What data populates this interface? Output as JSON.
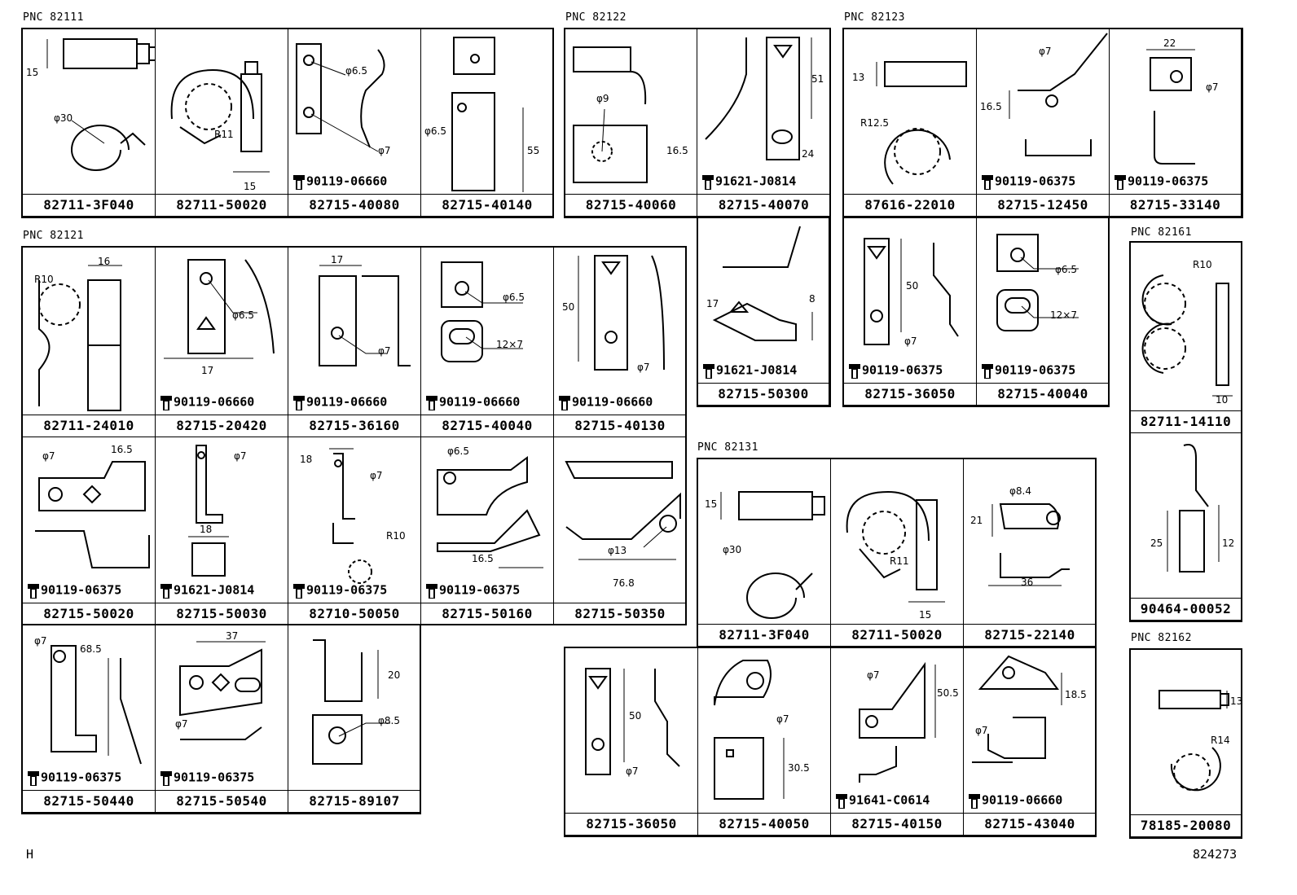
{
  "groups": [
    {
      "pnc": "PNC 82111",
      "cells": [
        {
          "pn": "82711-3F040",
          "dims": [
            "15",
            "φ30"
          ]
        },
        {
          "pn": "82711-50020",
          "dims": [
            "R11",
            "15"
          ]
        },
        {
          "pn": "82715-40080",
          "bolt": "90119-06660",
          "dims": [
            "φ6.5",
            "φ7"
          ]
        },
        {
          "pn": "82715-40140",
          "dims": [
            "φ6.5",
            "55"
          ]
        }
      ]
    },
    {
      "pnc": "PNC 82122",
      "cells": [
        {
          "pn": "82715-40060",
          "dims": [
            "φ9",
            "16.5"
          ]
        },
        {
          "pn": "82715-40070",
          "bolt": "91621-J0814",
          "dims": [
            "51",
            "24"
          ]
        }
      ]
    },
    {
      "pnc": "PNC 82123",
      "cells": [
        {
          "pn": "87616-22010",
          "dims": [
            "13",
            "R12.5"
          ]
        },
        {
          "pn": "82715-12450",
          "bolt": "90119-06375",
          "dims": [
            "φ7",
            "16.5"
          ]
        },
        {
          "pn": "82715-33140",
          "bolt": "90119-06375",
          "dims": [
            "22",
            "φ7"
          ]
        },
        {
          "pn": "82715-36050",
          "bolt": "90119-06375",
          "dims": [
            "50",
            "φ7"
          ]
        },
        {
          "pn": "82715-40040",
          "bolt": "90119-06375",
          "dims": [
            "φ6.5",
            "12×7"
          ]
        }
      ]
    },
    {
      "pnc": "PNC 82121",
      "cells": [
        {
          "pn": "82711-24010",
          "dims": [
            "R10",
            "16"
          ]
        },
        {
          "pn": "82715-20420",
          "bolt": "90119-06660",
          "dims": [
            "φ6.5",
            "17"
          ]
        },
        {
          "pn": "82715-36160",
          "bolt": "90119-06660",
          "dims": [
            "17",
            "φ7"
          ]
        },
        {
          "pn": "82715-40040",
          "bolt": "90119-06660",
          "dims": [
            "φ6.5",
            "12×7"
          ]
        },
        {
          "pn": "82715-40130",
          "bolt": "90119-06660",
          "dims": [
            "50",
            "φ7"
          ]
        },
        {
          "pn": "82715-50020",
          "bolt": "90119-06375",
          "dims": [
            "φ7",
            "16.5"
          ]
        },
        {
          "pn": "82715-50030",
          "bolt": "91621-J0814",
          "dims": [
            "φ7",
            "18"
          ]
        },
        {
          "pn": "82710-50050",
          "bolt": "90119-06375",
          "dims": [
            "18",
            "φ7",
            "R10"
          ]
        },
        {
          "pn": "82715-50160",
          "bolt": "90119-06375",
          "dims": [
            "φ6.5",
            "16.5"
          ]
        },
        {
          "pn": "82715-50350",
          "dims": [
            "φ13",
            "76.8"
          ]
        },
        {
          "pn": "82715-50440",
          "bolt": "90119-06375",
          "dims": [
            "φ7",
            "68.5"
          ]
        },
        {
          "pn": "82715-50540",
          "bolt": "90119-06375",
          "dims": [
            "37",
            "φ7"
          ]
        },
        {
          "pn": "82715-89107",
          "dims": [
            "20",
            "φ8.5"
          ]
        }
      ]
    },
    {
      "pnc": "",
      "cells": [
        {
          "pn": "82715-50300",
          "bolt": "91621-J0814",
          "dims": [
            "17",
            "8"
          ]
        }
      ]
    },
    {
      "pnc": "PNC 82131",
      "cells": [
        {
          "pn": "82711-3F040",
          "dims": [
            "15",
            "φ30"
          ]
        },
        {
          "pn": "82711-50020",
          "dims": [
            "R11",
            "15"
          ]
        },
        {
          "pn": "82715-22140",
          "dims": [
            "φ8.4",
            "21",
            "36"
          ]
        },
        {
          "pn": "82715-36050",
          "dims": [
            "50",
            "φ7"
          ]
        },
        {
          "pn": "82715-40050",
          "dims": [
            "φ7",
            "30.5"
          ]
        },
        {
          "pn": "82715-40150",
          "bolt": "91641-C0614",
          "dims": [
            "φ7",
            "50.5"
          ]
        },
        {
          "pn": "82715-43040",
          "bolt": "90119-06660",
          "dims": [
            "18.5",
            "φ7"
          ]
        }
      ]
    },
    {
      "pnc": "PNC 82161",
      "cells": [
        {
          "pn": "82711-14110",
          "dims": [
            "R10",
            "10"
          ]
        },
        {
          "pn": "90464-00052",
          "dims": [
            "25",
            "12"
          ]
        }
      ]
    },
    {
      "pnc": "PNC 82162",
      "cells": [
        {
          "pn": "78185-20080",
          "dims": [
            "13",
            "R14"
          ]
        }
      ]
    }
  ],
  "footer": {
    "left": "H",
    "right": "824273"
  },
  "colors": {
    "line": "#000000",
    "background": "#ffffff"
  }
}
